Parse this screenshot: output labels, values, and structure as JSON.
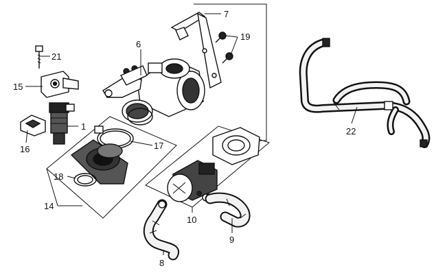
{
  "diagram": {
    "callouts": {
      "c1": "1",
      "c6": "6",
      "c7": "7",
      "c8": "8",
      "c9": "9",
      "c10": "10",
      "c14": "14",
      "c15": "15",
      "c16": "16",
      "c17": "17",
      "c18": "18",
      "c19": "19",
      "c21": "21",
      "c22": "22"
    }
  }
}
